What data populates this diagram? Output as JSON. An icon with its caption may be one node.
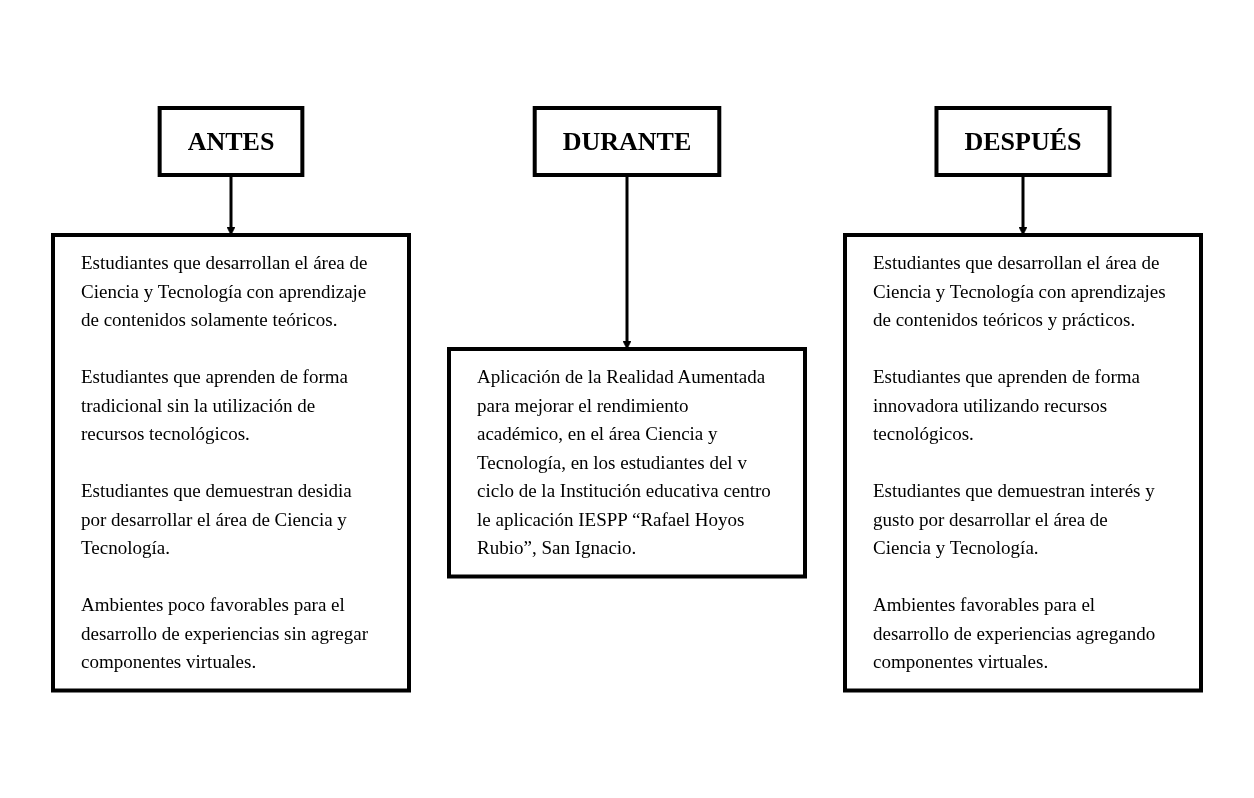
{
  "diagram": {
    "nodes": [
      {
        "text": [
          "ANTES"
        ]
      },
      {
        "text": [
          "DURANTE"
        ]
      },
      {
        "text": [
          "DESPUÉS"
        ]
      },
      {
        "text": [
          "Estudiantes que desarrollan el área de Ciencia y Tecnología con aprendizaje de contenidos solamente teóricos.",
          "Estudiantes que aprenden de forma tradicional sin la utilización de recursos tecnológicos.",
          "Estudiantes que demuestran desidia por desarrollar el área de Ciencia y Tecnología.",
          "Ambientes poco favorables para el desarrollo de experiencias sin agregar componentes virtuales."
        ]
      },
      {
        "text": [
          "Aplicación de la Realidad Aumentada para mejorar el rendimiento académico, en el área Ciencia y Tecnología, en los estudiantes del v ciclo de la Institución educativa centro le aplicación IESPP “Rafael Hoyos Rubio”, San Ignacio."
        ]
      },
      {
        "text": [
          "Estudiantes que desarrollan el área de Ciencia y Tecnología con aprendizajes de contenidos teóricos y prácticos.",
          "Estudiantes que aprenden de forma innovadora utilizando recursos tecnológicos.",
          "Estudiantes que demuestran interés y gusto por desarrollar el área de Ciencia y Tecnología.",
          "Ambientes favorables para el desarrollo de experiencias agregando componentes virtuales."
        ]
      }
    ],
    "edges": [
      {
        "from": 0,
        "to": 3,
        "arrow": "to"
      },
      {
        "from": 1,
        "to": 4,
        "arrow": "to"
      },
      {
        "from": 2,
        "to": 5,
        "arrow": "to"
      }
    ]
  }
}
